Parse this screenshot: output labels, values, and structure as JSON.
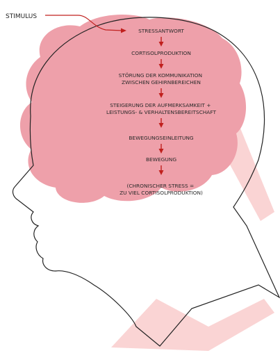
{
  "stimulus": "STIMULUS",
  "steps": [
    {
      "lines": [
        "STRESSANTWORT"
      ]
    },
    {
      "lines": [
        "CORTISOLPRODUKTION"
      ]
    },
    {
      "lines": [
        "STÖRUNG DER KOMMUNIKATION",
        "ZWISCHEN GEHIRNBEREICHEN"
      ]
    },
    {
      "lines": [
        "STEIGERUNG DER AUFMERKSAMKEIT +",
        "LEISTUNGS- & VERHALTENSBEREITSCHAFT"
      ]
    },
    {
      "lines": [
        "BEWEGUNGSEINLEITUNG"
      ]
    },
    {
      "lines": [
        "BEWEGUNG"
      ]
    }
  ],
  "note": [
    "(CHRONISCHER STRESS =",
    "ZU VIEL CORTISOLPRODUKTION)"
  ],
  "colors": {
    "brain_fill": "#eea0aa",
    "arrow": "#c0201e",
    "outline": "#222222",
    "watermark": "#f6b0b0"
  }
}
